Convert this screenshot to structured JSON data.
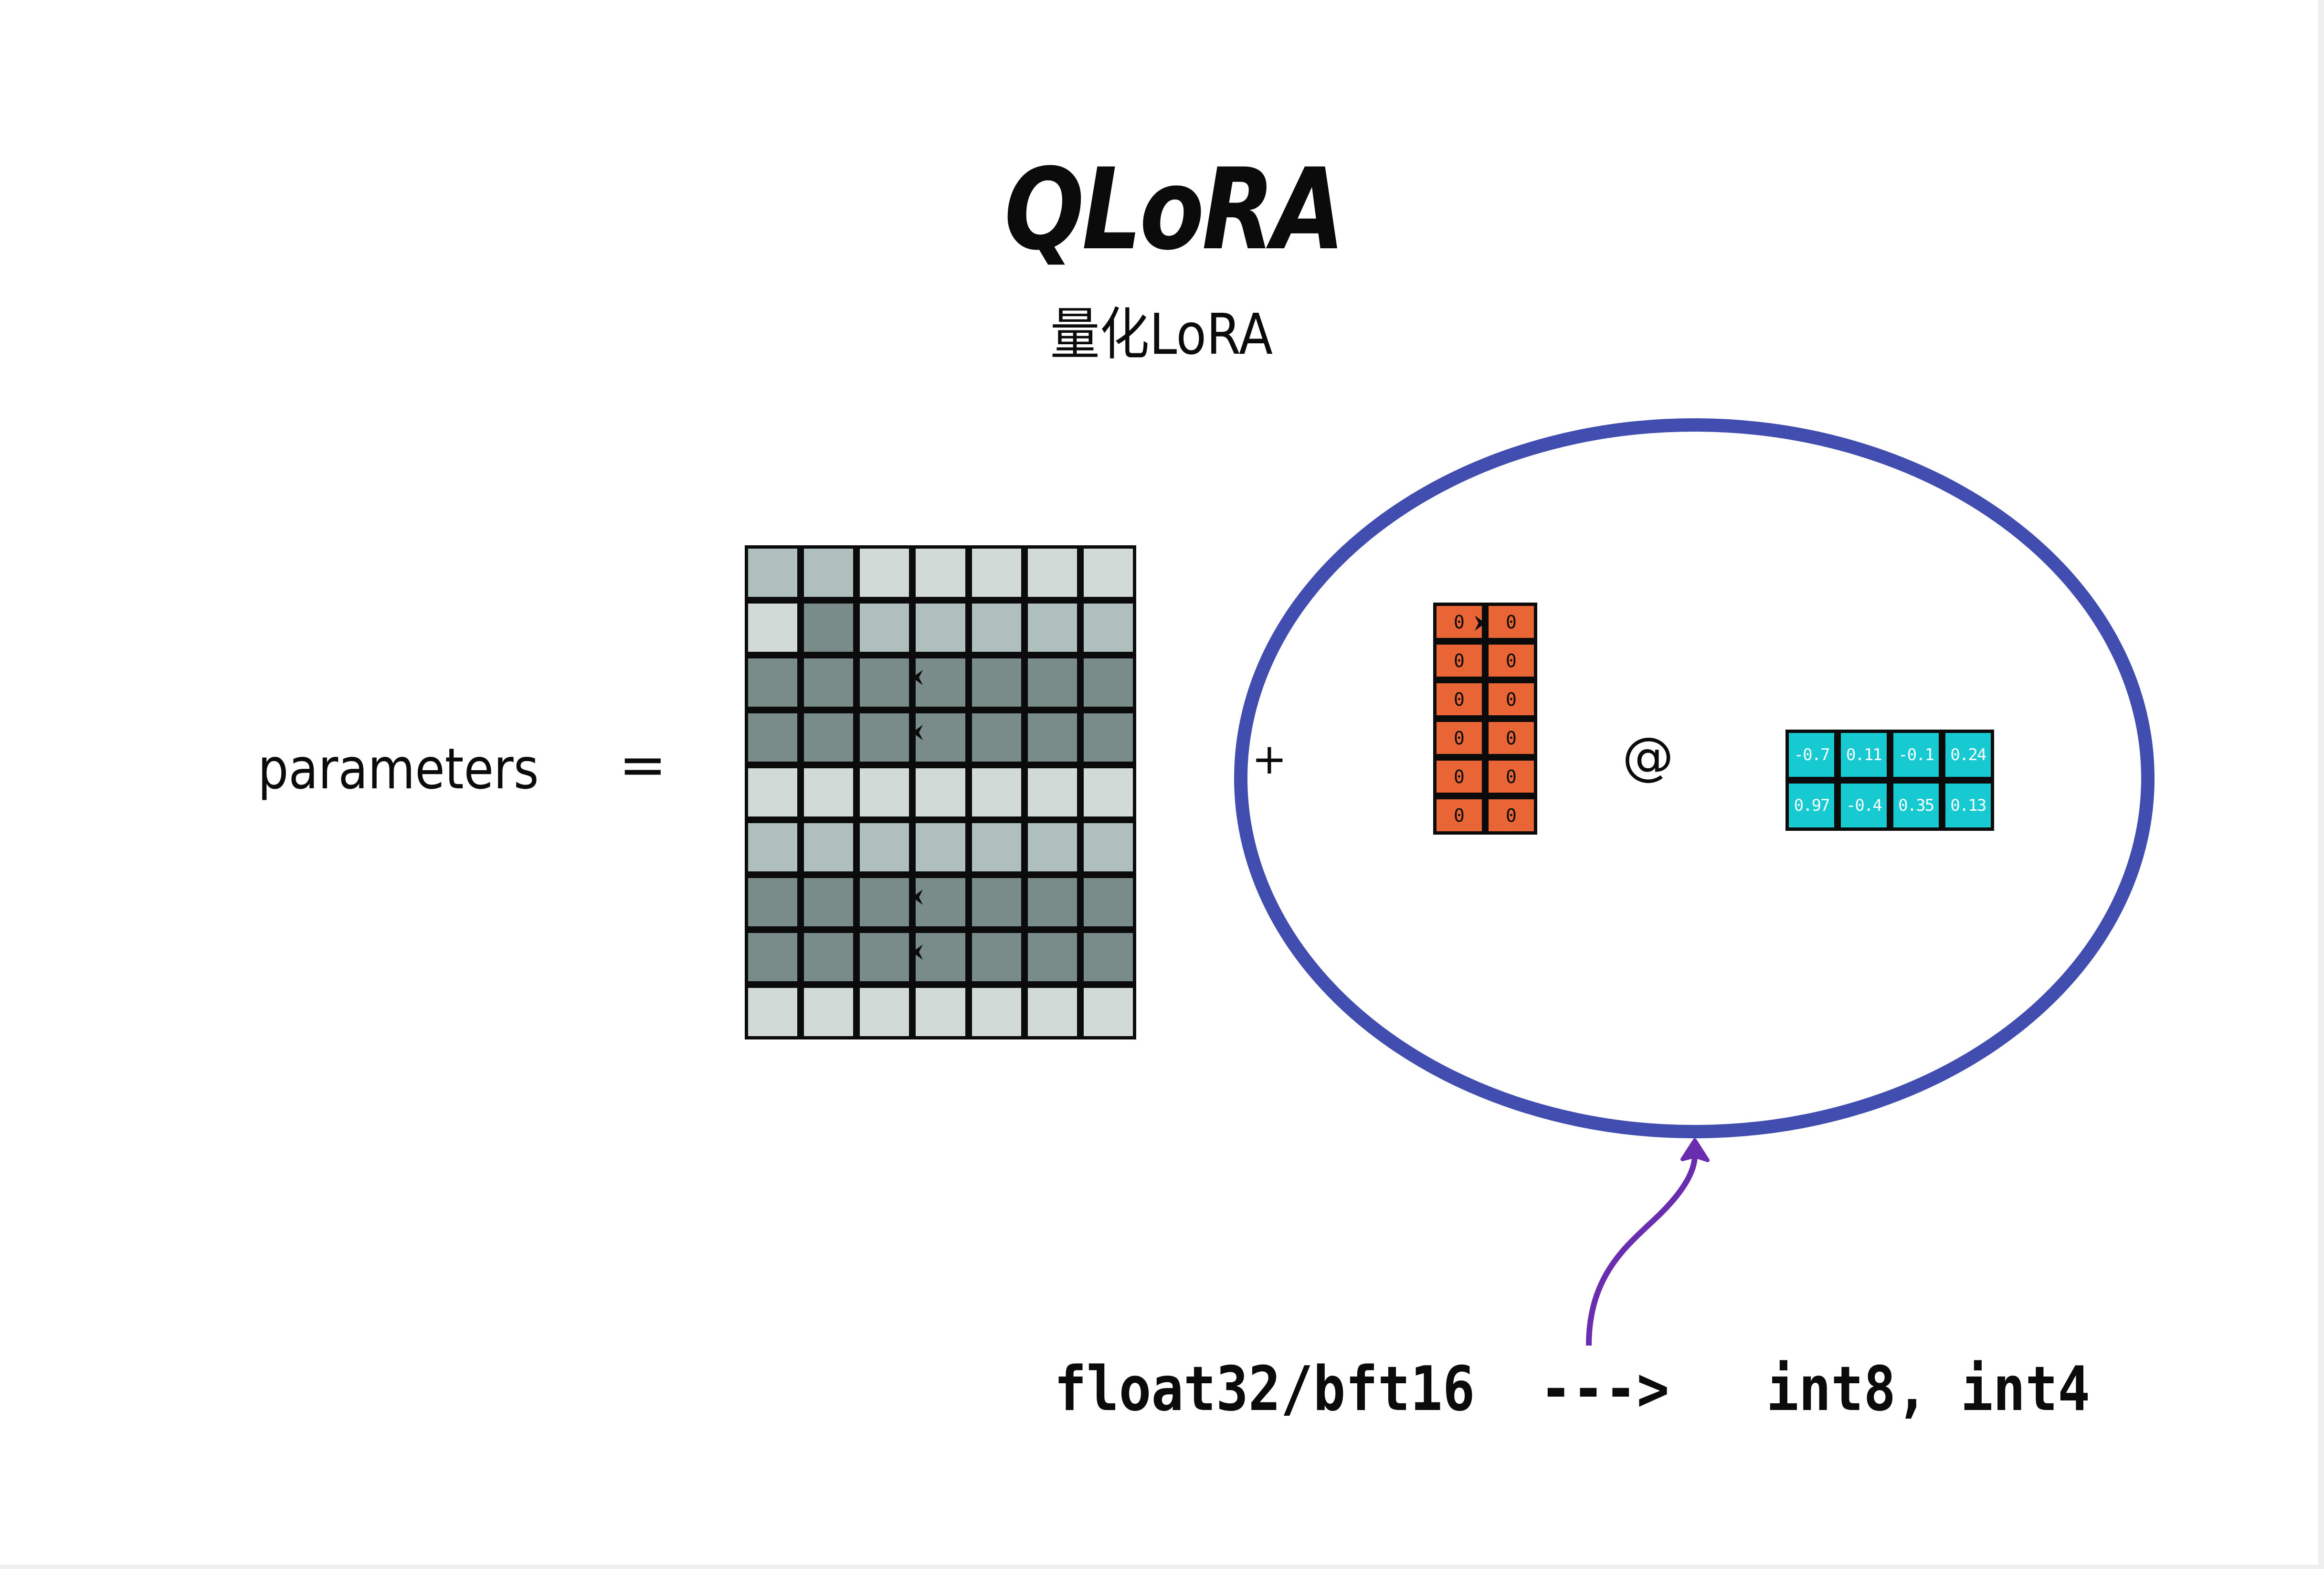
{
  "title": "QLoRA",
  "subtitle": "量化LoRA",
  "equation": {
    "lhs_label": "parameters",
    "equals": "=",
    "plus": "+",
    "matmul": "@"
  },
  "weight_matrix": {
    "rows": 9,
    "cols": 7,
    "shades": [
      [
        "medium",
        "medium",
        "light",
        "light",
        "light",
        "light",
        "light"
      ],
      [
        "light",
        "dark",
        "medium",
        "medium",
        "medium",
        "medium",
        "medium"
      ],
      [
        "dark",
        "dark",
        "dark",
        "dark",
        "dark",
        "dark",
        "dark"
      ],
      [
        "dark",
        "dark",
        "dark",
        "dark",
        "dark",
        "dark",
        "dark"
      ],
      [
        "light",
        "light",
        "light",
        "light",
        "light",
        "light",
        "light"
      ],
      [
        "medium",
        "medium",
        "medium",
        "medium",
        "medium",
        "medium",
        "medium"
      ],
      [
        "dark",
        "dark",
        "dark",
        "dark",
        "dark",
        "dark",
        "dark"
      ],
      [
        "dark",
        "dark",
        "dark",
        "dark",
        "dark",
        "dark",
        "dark"
      ],
      [
        "light",
        "light",
        "light",
        "light",
        "light",
        "light",
        "light"
      ]
    ],
    "cursor_rows": [
      2,
      3,
      6,
      7
    ],
    "cursor_col": 3,
    "cursor_icon": "cursor-arrow-left-icon"
  },
  "lora_a": {
    "rows": 6,
    "cols": 2,
    "values": [
      [
        "0",
        "0"
      ],
      [
        "0",
        "0"
      ],
      [
        "0",
        "0"
      ],
      [
        "0",
        "0"
      ],
      [
        "0",
        "0"
      ],
      [
        "0",
        "0"
      ]
    ],
    "cursor_icon": "cursor-arrow-right-icon"
  },
  "lora_b": {
    "rows": 2,
    "cols": 4,
    "values": [
      [
        "-0.7",
        "0.11",
        "-0.1",
        "0.24"
      ],
      [
        "0.97",
        "-0.4",
        "0.35",
        "0.13"
      ]
    ]
  },
  "annotation": {
    "text": "float32/bft16  --->   int8, int4"
  },
  "colors": {
    "ellipse": "#414daf",
    "arrow": "#6a2db0",
    "lora_a_fill": "#e96536",
    "lora_b_fill": "#17cad2",
    "shade_light": "#d1dad6",
    "shade_medium": "#afbfbe",
    "shade_dark": "#798c8a"
  }
}
